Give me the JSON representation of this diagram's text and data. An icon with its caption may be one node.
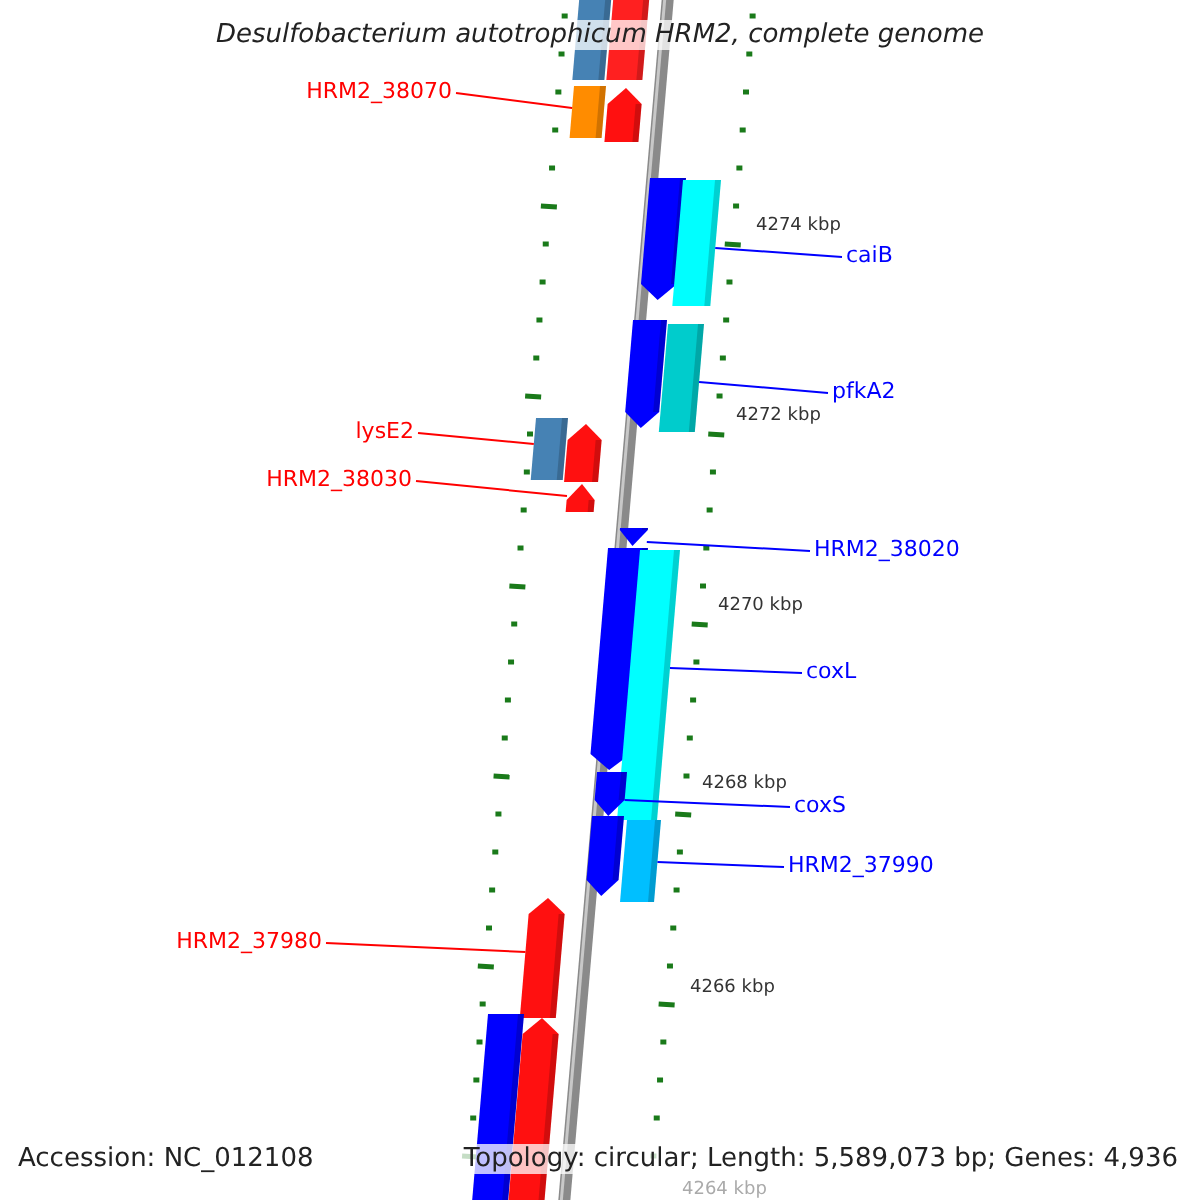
{
  "diagram": {
    "title": "Desulfobacterium autotrophicum HRM2, complete genome",
    "nodes": [
      {
        "text": [],
        "shape": "bar"
      },
      {
        "text": [],
        "shape": "bar"
      },
      {
        "text": [],
        "shape": "bar"
      },
      {
        "text": [],
        "shape": "pentagon"
      },
      {
        "text": [],
        "shape": "pentagon"
      },
      {
        "text": [],
        "shape": "bar"
      },
      {
        "text": [],
        "shape": "pentagon"
      },
      {
        "text": [],
        "shape": "bar"
      },
      {
        "text": [],
        "shape": "bar"
      },
      {
        "text": [],
        "shape": "pentagon"
      },
      {
        "text": [],
        "shape": "pentagon"
      },
      {
        "text": [],
        "shape": "pentagon"
      },
      {
        "text": [],
        "shape": "pentagon"
      },
      {
        "text": [],
        "shape": "bar"
      },
      {
        "text": [],
        "shape": "pentagon"
      },
      {
        "text": [],
        "shape": "pentagon"
      },
      {
        "text": [],
        "shape": "bar"
      },
      {
        "text": [],
        "shape": "pentagon"
      },
      {
        "text": [],
        "shape": "bar"
      },
      {
        "text": [],
        "shape": "pentagon"
      },
      {
        "text": [
          "HRM2_38070"
        ]
      },
      {
        "text": [
          "caiB"
        ]
      },
      {
        "text": [
          "pfkA2"
        ]
      },
      {
        "text": [
          "lysE2"
        ]
      },
      {
        "text": [
          "HRM2_38030"
        ]
      },
      {
        "text": [
          "HRM2_38020"
        ]
      },
      {
        "text": [
          "coxL"
        ]
      },
      {
        "text": [
          "coxS"
        ]
      },
      {
        "text": [
          "HRM2_37990"
        ]
      },
      {
        "text": [
          "HRM2_37980"
        ]
      }
    ],
    "edges": [
      {
        "from": 20,
        "to": 2,
        "arrow": "none",
        "color": "#ff0000"
      },
      {
        "from": 21,
        "to": 5,
        "arrow": "none"
      },
      {
        "from": 22,
        "to": 7,
        "arrow": "none"
      },
      {
        "from": 23,
        "to": 8,
        "arrow": "none",
        "color": "#ff0000"
      },
      {
        "from": 24,
        "to": 10,
        "arrow": "none",
        "color": "#ff0000"
      },
      {
        "from": 25,
        "to": 11,
        "arrow": "none"
      },
      {
        "from": 26,
        "to": 13,
        "arrow": "none"
      },
      {
        "from": 27,
        "to": 14,
        "arrow": "none"
      },
      {
        "from": 28,
        "to": 16,
        "arrow": "none"
      },
      {
        "from": 29,
        "to": 17,
        "arrow": "none",
        "color": "#ff0000"
      }
    ],
    "labels": [
      "4274 kbp",
      "4272 kbp",
      "4270 kbp",
      "4268 kbp",
      "4266 kbp",
      "4264 kbp",
      "Accession: NC_012108",
      "Topology: circular; Length: 5,589,073 bp; Genes: 4,936"
    ]
  }
}
